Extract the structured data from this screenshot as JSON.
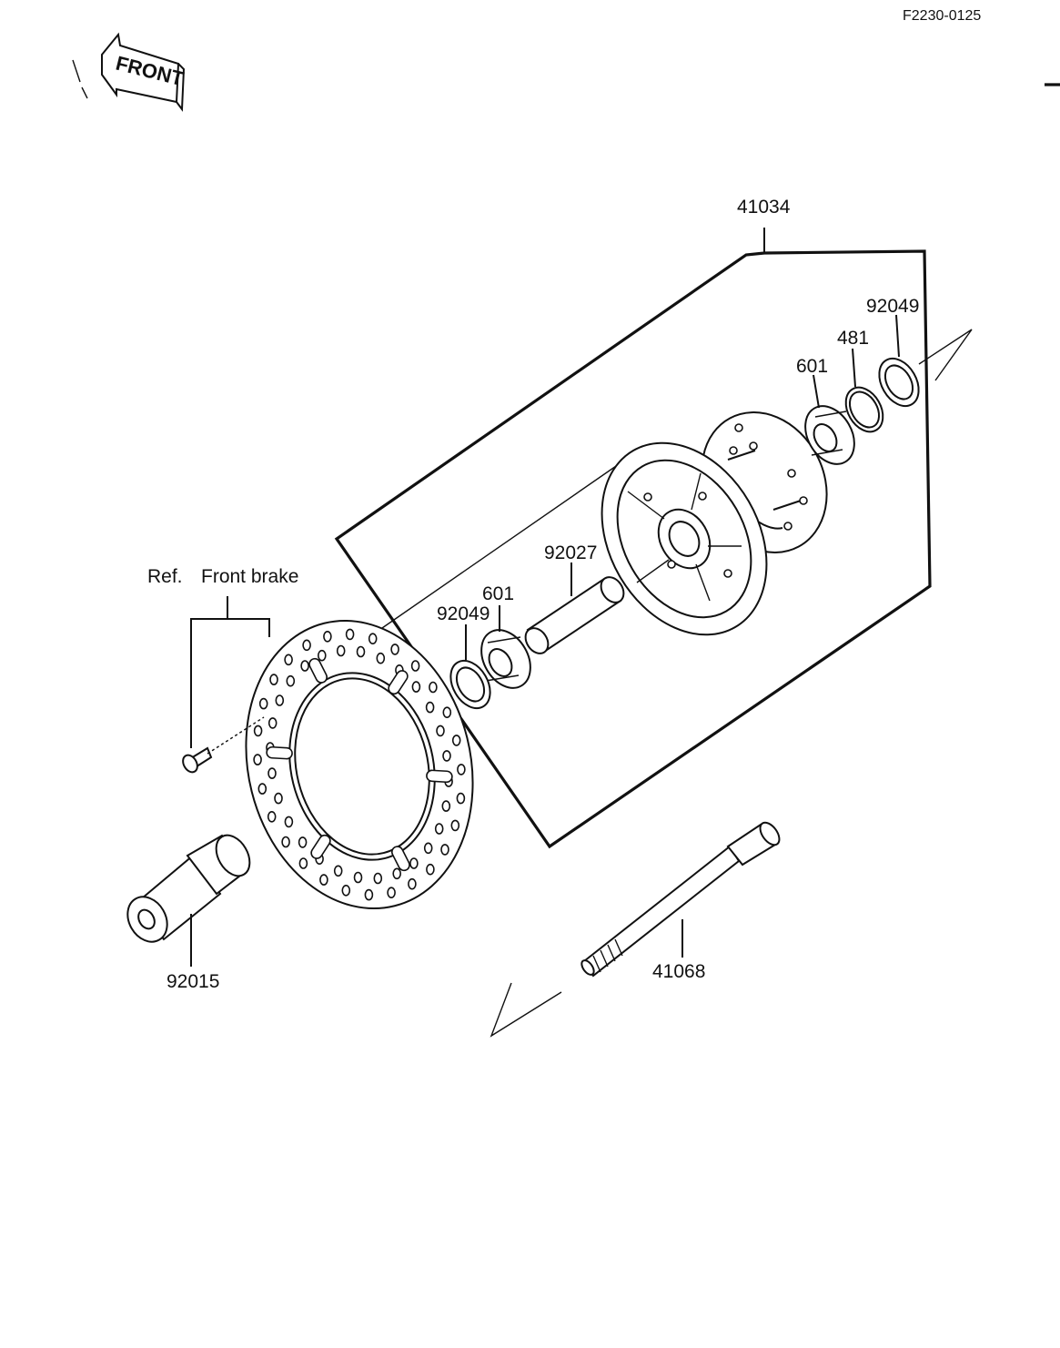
{
  "document_code": "F2230-0125",
  "front_arrow_text": "FRONT",
  "reference": {
    "ref_label": "Ref.",
    "ref_text": "Front brake"
  },
  "parts": [
    {
      "id": "hub_assembly",
      "number": "41034"
    },
    {
      "id": "seal_right",
      "number": "92049"
    },
    {
      "id": "circlip",
      "number": "481"
    },
    {
      "id": "bearing_right",
      "number": "601"
    },
    {
      "id": "spacer",
      "number": "92027"
    },
    {
      "id": "bearing_left",
      "number": "601"
    },
    {
      "id": "seal_left",
      "number": "92049"
    },
    {
      "id": "axle_nut_collar",
      "number": "92015"
    },
    {
      "id": "axle",
      "number": "41068"
    }
  ]
}
